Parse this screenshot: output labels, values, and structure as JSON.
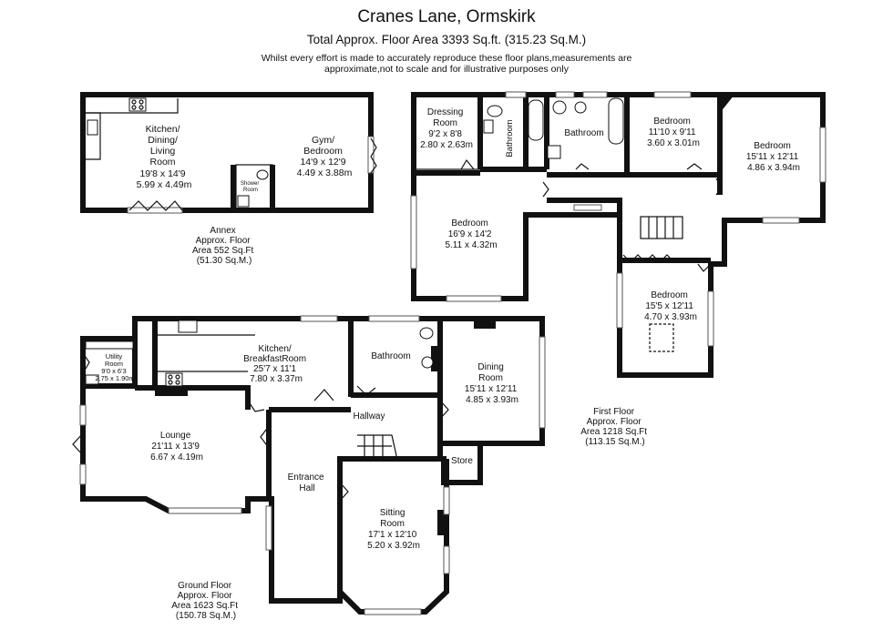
{
  "header": {
    "title": "Cranes Lane, Ormskirk",
    "subtitle": "Total Approx. Floor Area 3393 Sq.ft. (315.23 Sq.M.)",
    "disclaimer_line1": "Whilst every effort is made to accurately reproduce these floor plans,measurements are",
    "disclaimer_line2": "approximate,not to scale and for illustrative purposes only"
  },
  "annex": {
    "floor_label": [
      "Annex",
      "Approx. Floor",
      "Area 552 Sq.Ft",
      "(51.30 Sq.M.)"
    ],
    "rooms": {
      "kitchen": [
        "Kitchen/",
        "Dining/",
        "Living",
        "Room",
        "19'8 x 14'9",
        "5.99 x 4.49m"
      ],
      "gym": [
        "Gym/",
        "Bedroom",
        "14'9 x 12'9",
        "4.49 x 3.88m"
      ],
      "shower": [
        "Shower",
        "Room"
      ]
    }
  },
  "first_floor": {
    "floor_label": [
      "First Floor",
      "Approx. Floor",
      "Area 1218 Sq.Ft",
      "(113.15 Sq.M.)"
    ],
    "rooms": {
      "dressing": [
        "Dressing",
        "Room",
        "9'2 x 8'8",
        "2.80 x 2.63m"
      ],
      "ensuite": [
        "Bathroom"
      ],
      "bathroom": [
        "Bathroom"
      ],
      "bedroom_a": [
        "Bedroom",
        "11'10 x 9'11",
        "3.60 x 3.01m"
      ],
      "bedroom_b": [
        "Bedroom",
        "15'11 x 12'11",
        "4.86 x 3.94m"
      ],
      "bedroom_c": [
        "Bedroom",
        "16'9 x 14'2",
        "5.11 x 4.32m"
      ],
      "bedroom_d": [
        "Bedroom",
        "15'5 x 12'11",
        "4.70 x 3.93m"
      ]
    }
  },
  "ground_floor": {
    "floor_label": [
      "Ground Floor",
      "Approx. Floor",
      "Area 1623 Sq.Ft",
      "(150.78 Sq.M.)"
    ],
    "rooms": {
      "utility": [
        "Utility",
        "Room",
        "9'0 x 6'3",
        "2.75 x 1.90m"
      ],
      "kitchen": [
        "Kitchen/",
        "BreakfastRoom",
        "25'7 x 11'1",
        "7.80 x 3.37m"
      ],
      "bathroom": [
        "Bathroom"
      ],
      "dining": [
        "Dining",
        "Room",
        "15'11 x 12'11",
        "4.85 x 3.93m"
      ],
      "lounge": [
        "Lounge",
        "21'11 x 13'9",
        "6.67 x 4.19m"
      ],
      "hallway": [
        "Hallway"
      ],
      "entrance": [
        "Entrance",
        "Hall"
      ],
      "store": [
        "Store"
      ],
      "sitting": [
        "Sitting",
        "Room",
        "17'1 x 12'10",
        "5.20 x 3.92m"
      ]
    }
  }
}
